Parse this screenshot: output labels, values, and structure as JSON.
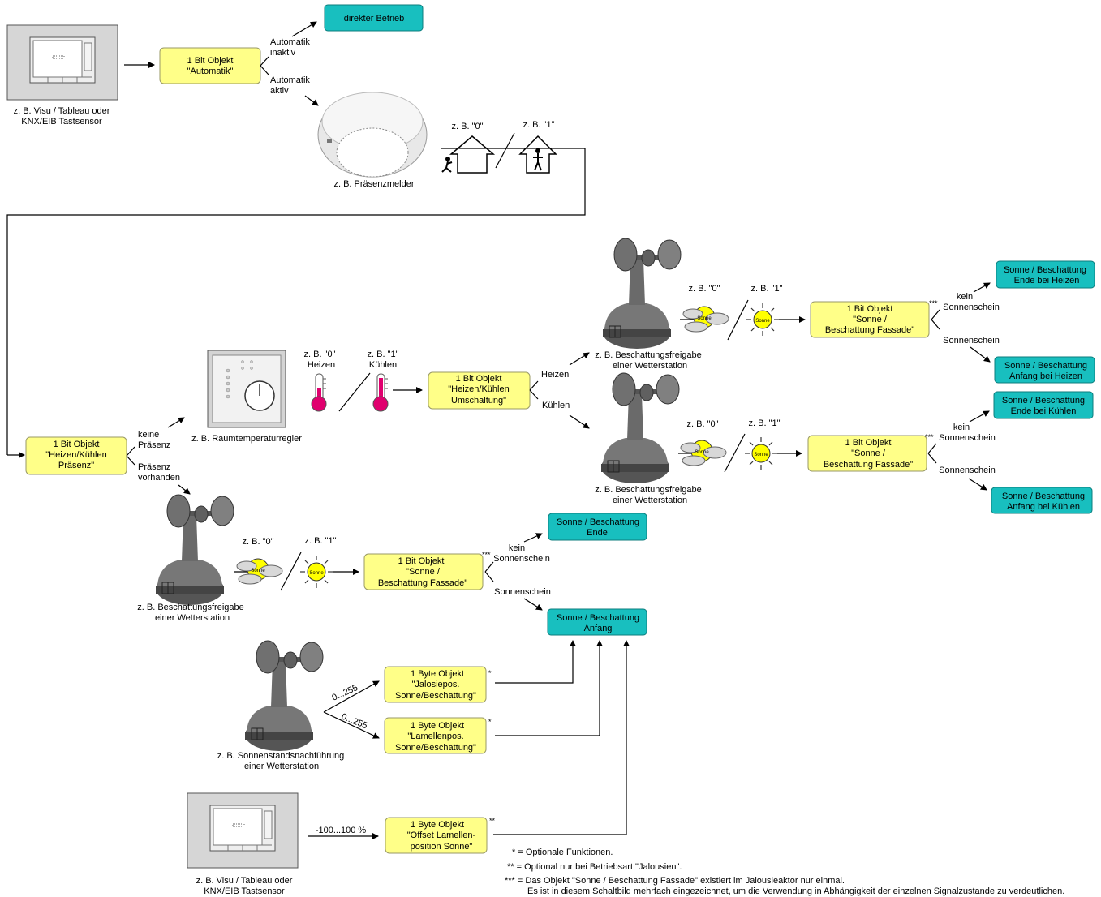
{
  "sources": {
    "visu_top": [
      "z. B. Visu / Tableau oder",
      "KNX/EIB Tastsensor"
    ],
    "visu_bottom": [
      "z. B. Visu / Tableau oder",
      "KNX/EIB Tastsensor"
    ],
    "praesenzmelder": "z. B. Präsenzmelder",
    "raumtemperaturregler": "z. B. Raumtemperaturregler",
    "wetterstation_freigabe": [
      "z. B. Beschattungsfreigabe",
      "einer Wetterstation"
    ],
    "wetterstation_nachfuehrung": [
      "z. B. Sonnenstandsnachführung",
      "einer Wetterstation"
    ]
  },
  "objects": {
    "automatik": [
      "1 Bit Objekt",
      "\"Automatik\""
    ],
    "heizen_kuehlen_praesenz": [
      "1 Bit Objekt",
      "\"Heizen/Kühlen",
      "Präsenz\""
    ],
    "heizen_kuehlen_umschaltung": [
      "1 Bit Objekt",
      "\"Heizen/Kühlen",
      "Umschaltung\""
    ],
    "sonne_fassade": [
      "1 Bit Objekt",
      "\"Sonne /",
      "Beschattung Fassade\""
    ],
    "jalosiepos": [
      "1 Byte Objekt",
      "\"Jalosiepos.",
      "Sonne/Beschattung\""
    ],
    "lamellenpos": [
      "1 Byte Objekt",
      "\"Lamellenpos.",
      "Sonne/Beschattung\""
    ],
    "offset": [
      "1 Byte Objekt",
      "\"Offset Lamellen-",
      "position Sonne\""
    ]
  },
  "results": {
    "direkter_betrieb": "direkter Betrieb",
    "ende_heizen": [
      "Sonne / Beschattung",
      "Ende bei Heizen"
    ],
    "anfang_heizen": [
      "Sonne / Beschattung",
      "Anfang bei Heizen"
    ],
    "ende_kuehlen": [
      "Sonne / Beschattung",
      "Ende bei Kühlen"
    ],
    "anfang_kuehlen": [
      "Sonne / Beschattung",
      "Anfang bei Kühlen"
    ],
    "ende": [
      "Sonne / Beschattung",
      "Ende"
    ],
    "anfang": [
      "Sonne / Beschattung",
      "Anfang"
    ]
  },
  "labels": {
    "automatik_inaktiv": [
      "Automatik",
      "inaktiv"
    ],
    "automatik_aktiv": [
      "Automatik",
      "aktiv"
    ],
    "zb0": "z. B. \"0\"",
    "zb1": "z. B. \"1\"",
    "heizen": "Heizen",
    "kuehlen": "Kühlen",
    "keine_praesenz": [
      "keine",
      "Präsenz"
    ],
    "praesenz_vorhanden": [
      "Präsenz",
      "vorhanden"
    ],
    "kein_sonnenschein": [
      "kein",
      "Sonnenschein"
    ],
    "sonnenschein": "Sonnenschein",
    "sonne": "Sonne",
    "range_0_255": "0...255",
    "range_offset": "-100...100 %",
    "star1": "*",
    "star2": "**",
    "star3": "***"
  },
  "footnotes": {
    "f1": "* = Optionale Funktionen.",
    "f2": "** = Optional nur bei Betriebsart \"Jalousien\".",
    "f3": "*** = Das Objekt \"Sonne / Beschattung Fassade\" existiert im Jalousieaktor nur einmal.",
    "f3b": "Es ist in diesem Schaltbild mehrfach eingezeichnet, um die Verwendung in Abhängigkeit der einzelnen Signalzustande zu verdeutlichen."
  },
  "colors": {
    "object_fill": "#ffff88",
    "result_fill": "#18bfbf",
    "device_gray": "#d4d4d4",
    "sun_yellow": "#ffff00",
    "thermo_magenta": "#e0006e"
  }
}
